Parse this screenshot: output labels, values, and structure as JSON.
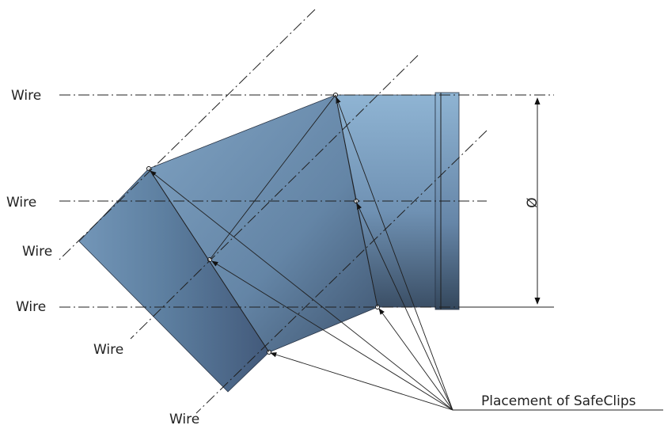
{
  "labels": {
    "wire_top": "Wire",
    "wire_mid": "Wire",
    "wire_left": "Wire",
    "wire_lower": "Wire",
    "wire_diag": "Wire",
    "wire_bottom": "Wire",
    "diameter_symbol": "Ø",
    "placement_label": "Placement of SafeClips"
  },
  "colors": {
    "pipe_light": "#8fb4d3",
    "pipe_mid": "#6f91b3",
    "pipe_dark": "#3b4f66",
    "line": "#1f1f1f"
  }
}
